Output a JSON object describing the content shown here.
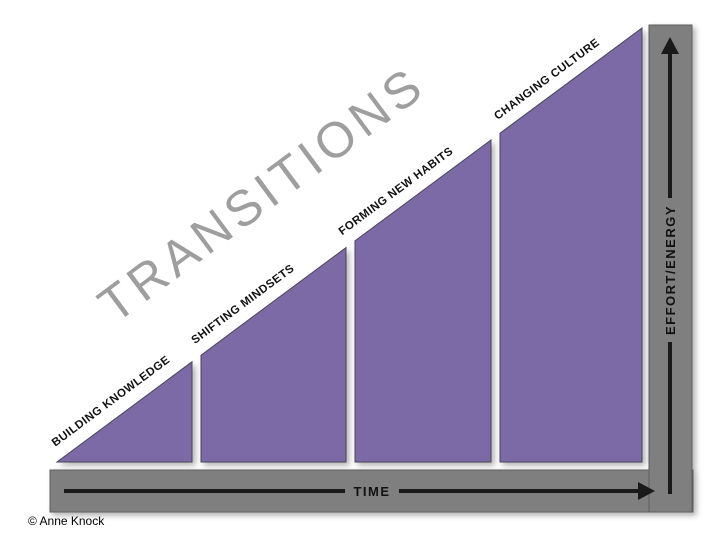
{
  "title": "TRANSITIONS",
  "segments": [
    {
      "label": "BUILDING KNOWLEDGE"
    },
    {
      "label": "SHIFTING MINDSETS"
    },
    {
      "label": "FORMING NEW HABITS"
    },
    {
      "label": "CHANGING CULTURE"
    }
  ],
  "axes": {
    "x_label": "TIME",
    "y_label": "EFFORT/ENERGY"
  },
  "credit": "© Anne Knock",
  "colors": {
    "segment_purple": "#7C6BA6",
    "axis_gray": "#7F7F7F",
    "watermark_gray": "#9E9E9E",
    "arrow_black": "#1A1A1A"
  }
}
